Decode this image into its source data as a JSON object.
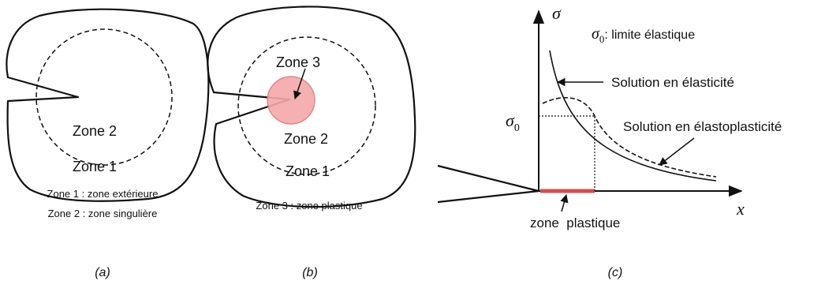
{
  "panel_a": {
    "zone2_label": "Zone 2",
    "zone1_label": "Zone 1",
    "legend_line1": "Zone 1 : zone extérieure",
    "legend_line2": "Zone 2 : zone singulière",
    "caption": "(a)"
  },
  "panel_b": {
    "zone3_label": "Zone 3",
    "zone2_label": "Zone 2",
    "zone1_label": "Zone 1",
    "legend_line1": "Zone 3 : zone plastique",
    "caption": "(b)"
  },
  "panel_c": {
    "y_axis_symbol": "σ",
    "x_axis_symbol": "x",
    "sigma0_symbol": "σ",
    "sigma0_subscript": "0",
    "legend_sigma_symbol": "σ",
    "legend_sigma_subscript": "0",
    "legend_text": ": limite élastique",
    "elastic_label": "Solution en élasticité",
    "elastoplastic_label": "Solution en élastoplasticité",
    "plastic_zone_label": "zone  plastique",
    "caption": "(c)"
  },
  "colors": {
    "plastic_zone_fill": "#f4a9a9",
    "plastic_zone_stroke": "#e07b7b",
    "plastic_bar": "#d05050",
    "line": "#111111"
  }
}
